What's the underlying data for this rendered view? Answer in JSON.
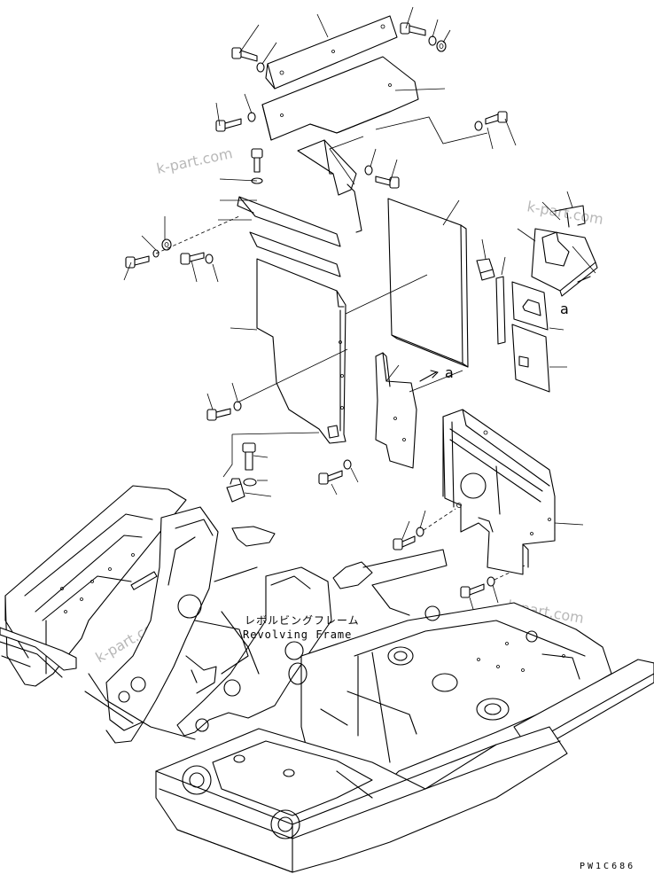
{
  "labels": {
    "frame_jp": "レボルビングフレーム",
    "frame_en": "Revolving Frame",
    "drawing_code": "PW1C686",
    "ref_a": "a"
  },
  "watermark": {
    "text": "k-part.com",
    "color": "#b8b8b8"
  },
  "colors": {
    "line": "#000000",
    "background": "#ffffff"
  }
}
